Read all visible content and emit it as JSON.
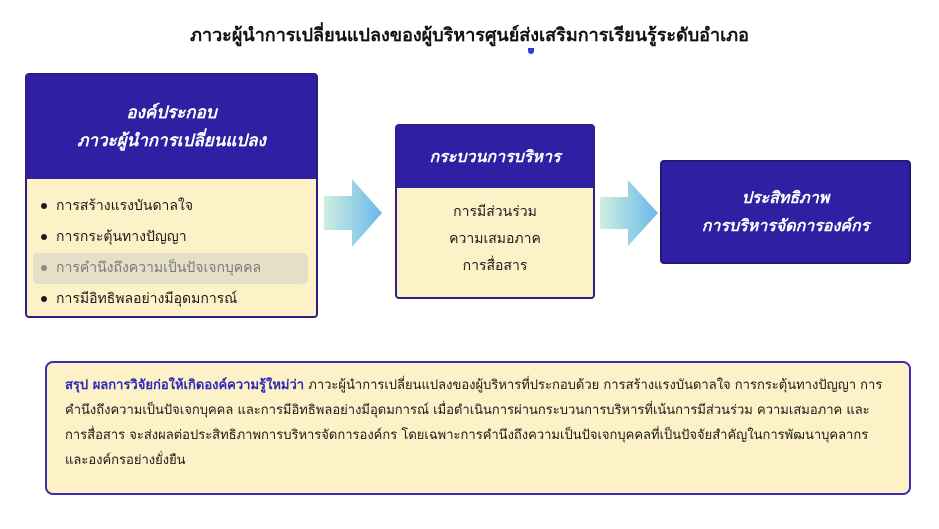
{
  "title": "ภาวะผู้นำการเปลี่ยนแปลงของผู้บริหารศูนย์ส่งเสริมการเรียนรู้ระดับอำเภอ",
  "components_box": {
    "heading_line1": "องค์ประกอบ",
    "heading_line2": "ภาวะผู้นำการเปลี่ยนแปลง",
    "items": [
      "การสร้างแรงบันดาลใจ",
      "การกระตุ้นทางปัญญา",
      "การคำนึงถึงความเป็นปัจเจกบุคคล",
      "การมีอิทธิพลอย่างมีอุดมการณ์"
    ]
  },
  "process_box": {
    "heading": "กระบวนการบริหาร",
    "items": [
      "การมีส่วนร่วม",
      "ความเสมอภาค",
      "การสื่อสาร"
    ]
  },
  "outcome_box": {
    "line1": "ประสิทธิภาพ",
    "line2": "การบริหารจัดการองค์กร"
  },
  "summary": {
    "lead": "สรุป ผลการวิจัยก่อให้เกิดองค์ความรู้ใหม่ว่า",
    "body": "ภาวะผู้นำการเปลี่ยนแปลงของผู้บริหารที่ประกอบด้วย การสร้างแรงบันดาลใจ การกระตุ้นทางปัญญา การคำนึงถึงความเป็นปัจเจกบุคคล และการมีอิทธิพลอย่างมีอุดมการณ์ เมื่อดำเนินการผ่านกระบวนการบริหารที่เน้นการมีส่วนร่วม ความเสมอภาค และการสื่อสาร จะส่งผลต่อประสิทธิภาพการบริหารจัดการองค์กร โดยเฉพาะการคำนึงถึงความเป็นปัจเจกบุคคลที่เป็นปัจจัยสำคัญในการพัฒนาบุคลากรและองค์กรอย่างยั่งยืน"
  },
  "colors": {
    "header_fill": "#2e1fa3",
    "box_fill": "#fdf1c7",
    "arrow_start": "#cfeee0",
    "arrow_end": "#69b8ea"
  }
}
